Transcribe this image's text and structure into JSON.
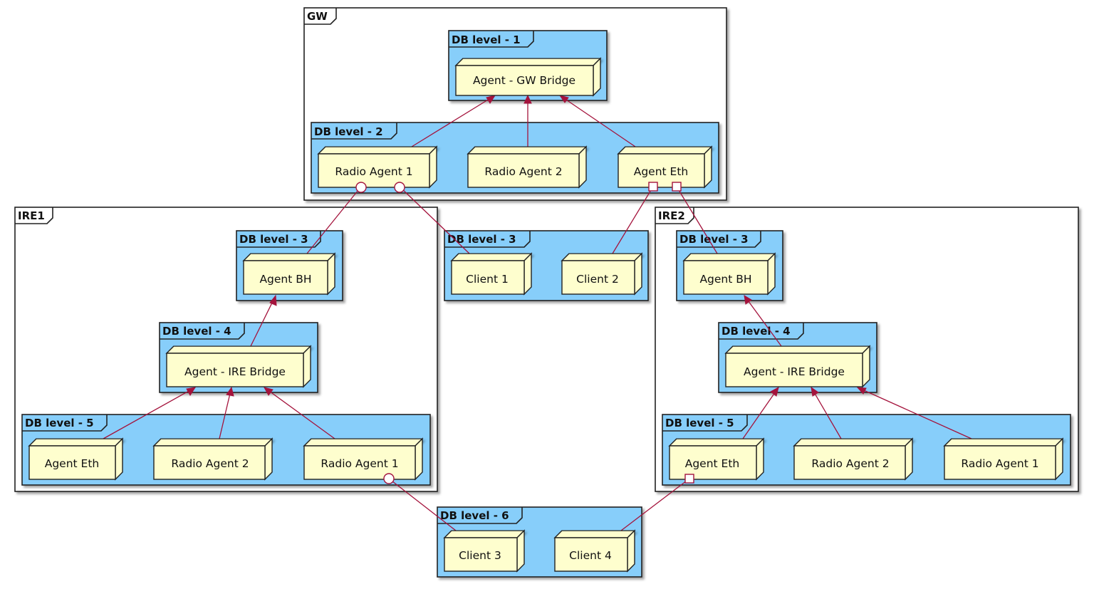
{
  "frames": {
    "gw": "GW",
    "ire1": "IRE1",
    "ire2": "IRE2"
  },
  "packages": {
    "gw_l1": "DB level - 1",
    "gw_l2": "DB level - 2",
    "ire1_l3": "DB level - 3",
    "ire1_l4": "DB level - 4",
    "ire1_l5": "DB level - 5",
    "mid_l3": "DB level - 3",
    "ire2_l3": "DB level - 3",
    "ire2_l4": "DB level - 4",
    "ire2_l5": "DB level - 5",
    "bot_l6": "DB level - 6"
  },
  "nodes": {
    "gw_bridge": "Agent - GW Bridge",
    "gw_radio1": "Radio Agent 1",
    "gw_radio2": "Radio Agent 2",
    "gw_eth": "Agent Eth",
    "ire1_bh": "Agent BH",
    "ire1_bridge": "Agent - IRE Bridge",
    "ire1_eth": "Agent Eth",
    "ire1_radio2": "Radio Agent 2",
    "ire1_radio1": "Radio Agent 1",
    "client1": "Client 1",
    "client2": "Client 2",
    "ire2_bh": "Agent BH",
    "ire2_bridge": "Agent - IRE Bridge",
    "ire2_eth": "Agent Eth",
    "ire2_radio2": "Radio Agent 2",
    "ire2_radio1": "Radio Agent 1",
    "client3": "Client 3",
    "client4": "Client 4"
  },
  "colors": {
    "package_fill": "#87cefa",
    "node_fill": "#fefece",
    "edge": "#a4133c"
  }
}
